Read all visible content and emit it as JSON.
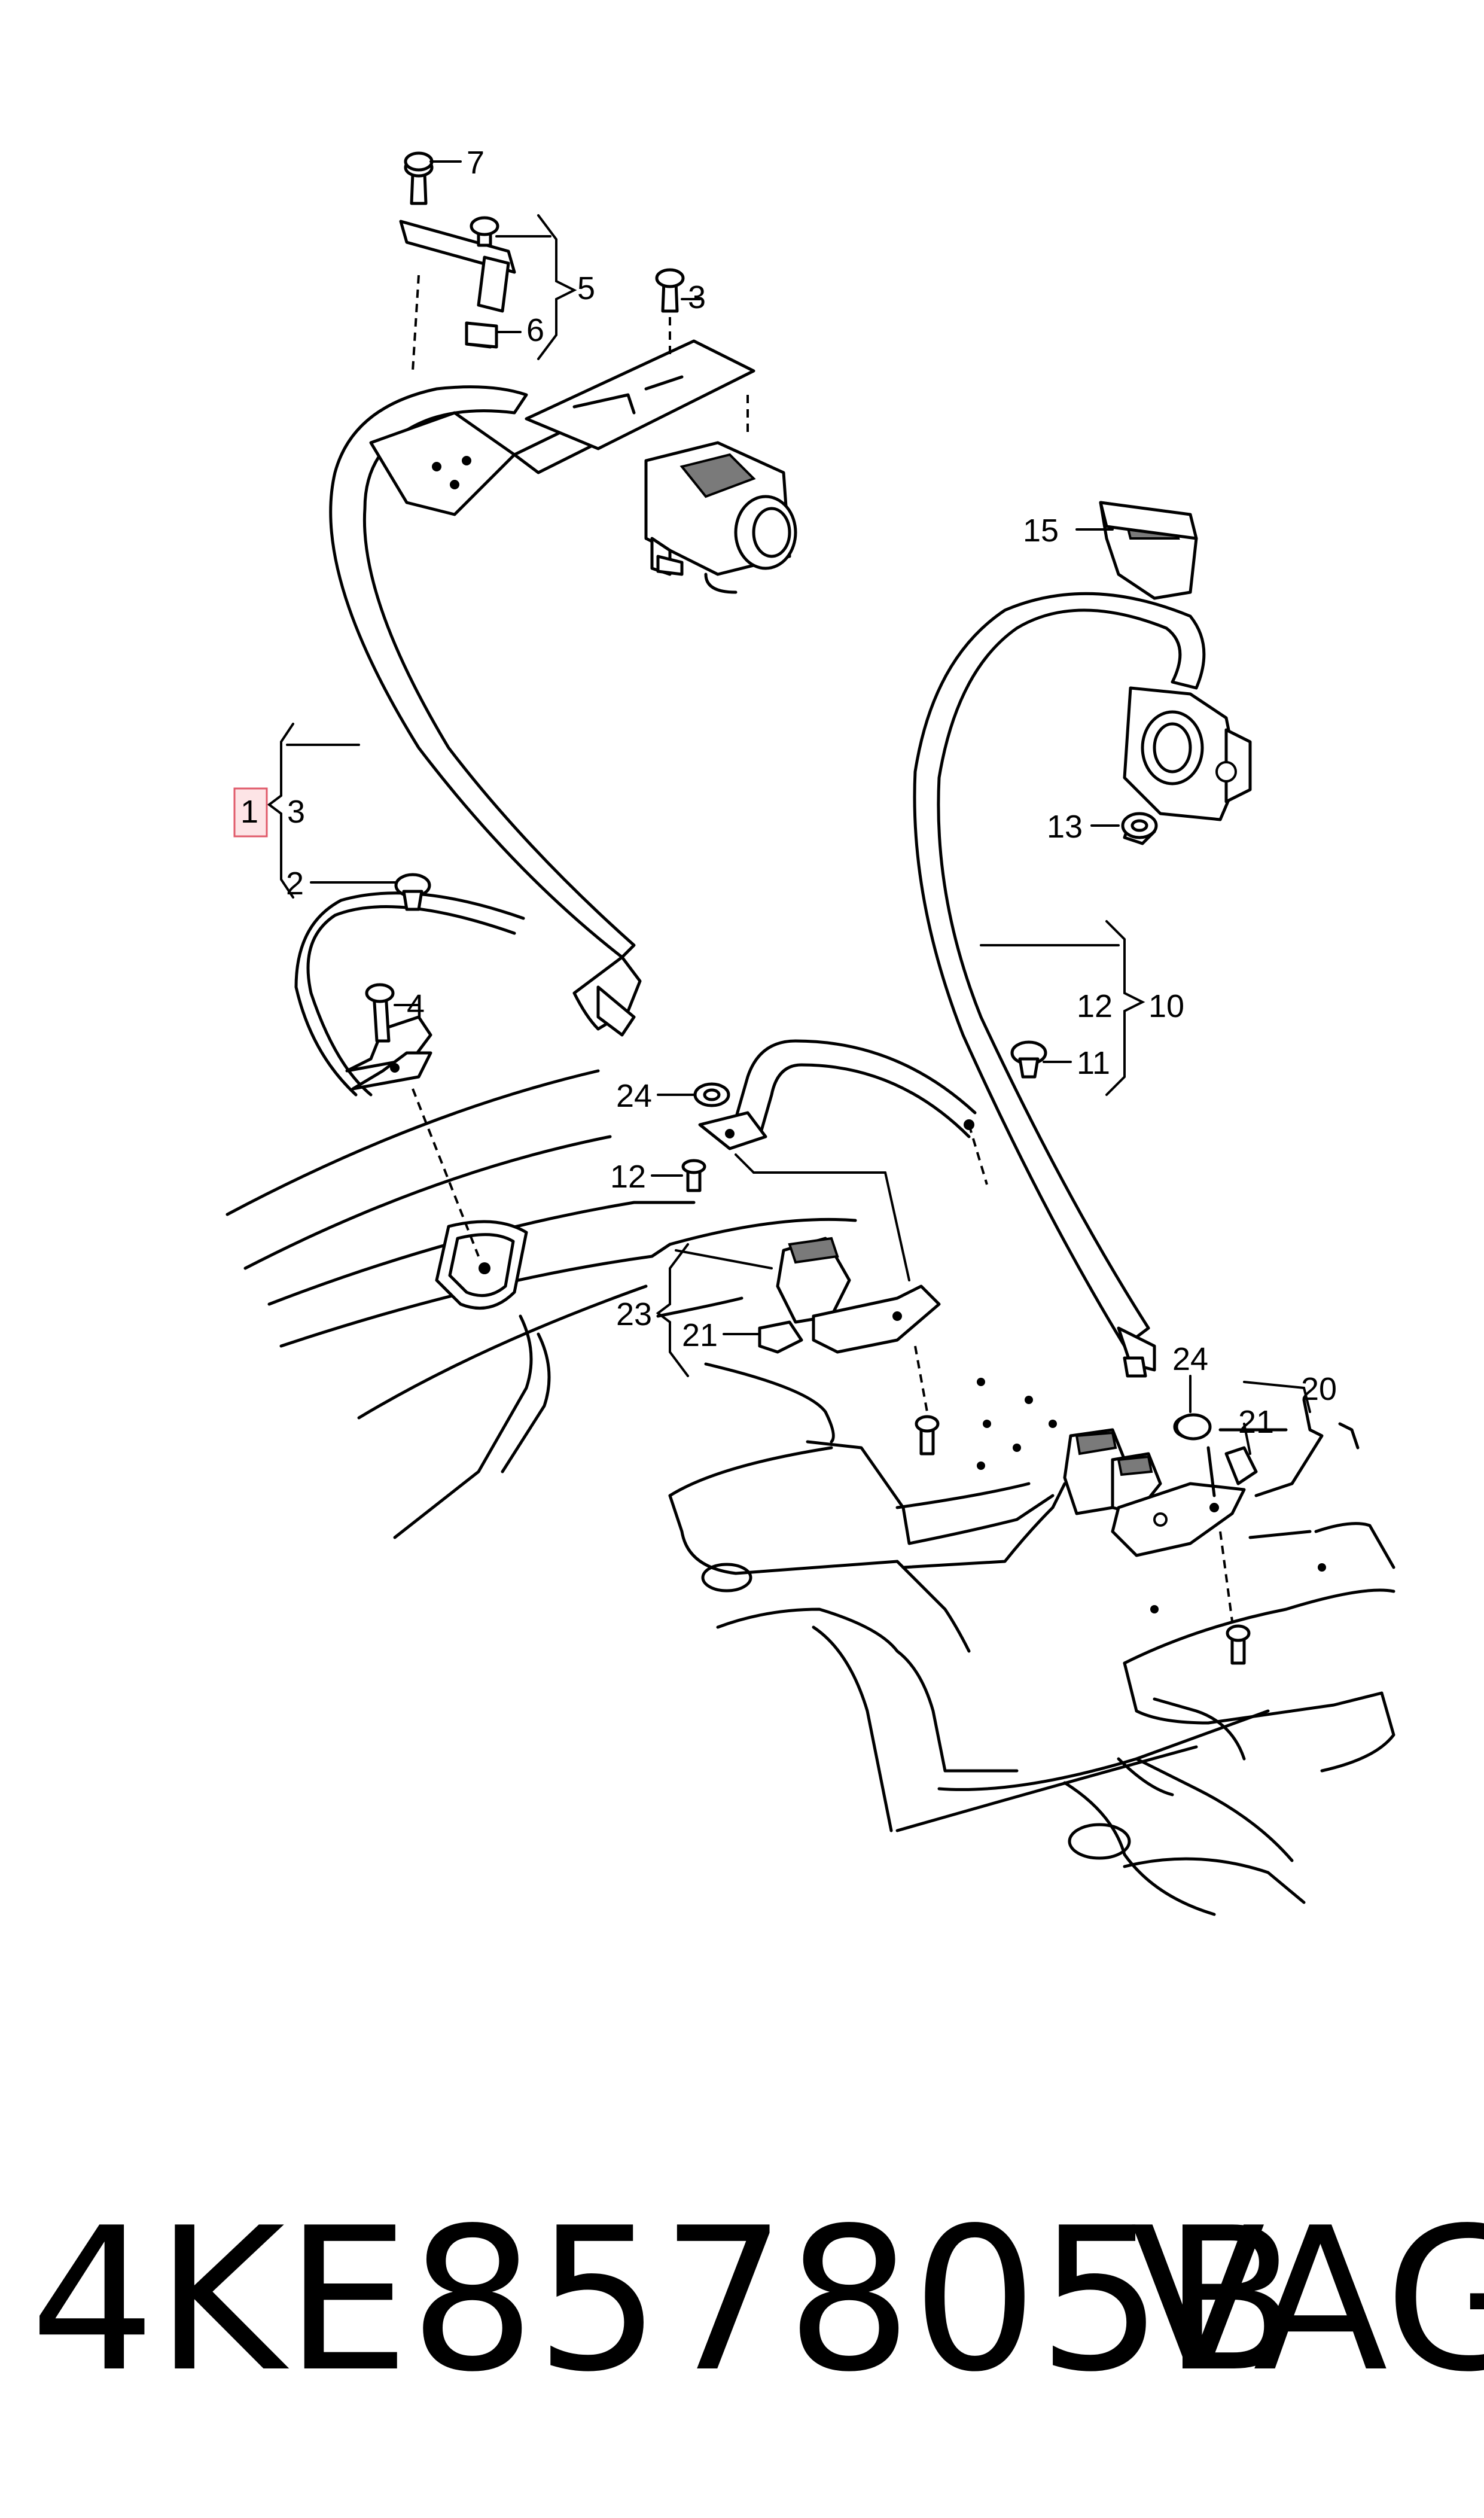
{
  "diagram": {
    "callouts": {
      "c1": "1",
      "c2": "2",
      "c3a": "3",
      "c3b": "3",
      "c4": "4",
      "c5": "5",
      "c6": "6",
      "c7": "7",
      "c10": "10",
      "c11": "11",
      "c12a": "12",
      "c12b": "12",
      "c13": "13",
      "c15": "15",
      "c20": "20",
      "c21a": "21",
      "c21b": "21",
      "c23": "23",
      "c24a": "24",
      "c24b": "24"
    },
    "highlighted_callout": "1",
    "highlight_color": "#fde4e6"
  },
  "footer": {
    "part_number": "4KE857805B",
    "brand": "VAG"
  }
}
